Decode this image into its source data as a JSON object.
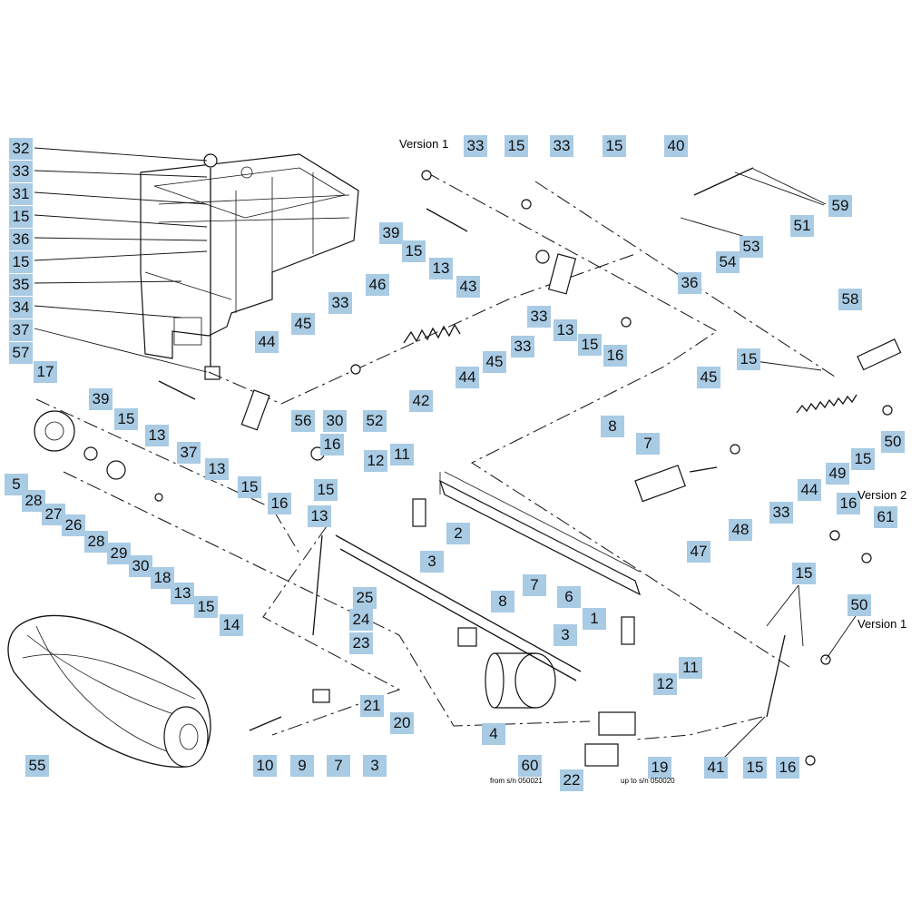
{
  "diagram": {
    "notes": {
      "version1_top": "Version 1",
      "version2": "Version 2",
      "version1_right": "Version 1",
      "from_sn": "from s/n 050021",
      "up_to_sn": "up to s/n 050020"
    },
    "callouts": [
      "32",
      "33",
      "31",
      "15",
      "36",
      "15",
      "35",
      "34",
      "37",
      "57",
      "17",
      "39",
      "15",
      "13",
      "37",
      "13",
      "15",
      "16",
      "5",
      "28",
      "27",
      "26",
      "28",
      "29",
      "30",
      "18",
      "13",
      "15",
      "14",
      "55",
      "33",
      "15",
      "33",
      "15",
      "40",
      "59",
      "51",
      "39",
      "15",
      "13",
      "43",
      "33",
      "54",
      "36",
      "53",
      "46",
      "33",
      "45",
      "44",
      "42",
      "56",
      "30",
      "52",
      "44",
      "45",
      "33",
      "13",
      "15",
      "16",
      "58",
      "15",
      "45",
      "49",
      "15",
      "50",
      "8",
      "7",
      "44",
      "33",
      "48",
      "47",
      "16",
      "61",
      "16",
      "12",
      "11",
      "15",
      "13",
      "2",
      "3",
      "8",
      "7",
      "6",
      "25",
      "24",
      "23",
      "1",
      "3",
      "11",
      "12",
      "21",
      "20",
      "4",
      "10",
      "9",
      "7",
      "3",
      "60",
      "22",
      "19",
      "41",
      "15",
      "16",
      "15",
      "50"
    ]
  }
}
